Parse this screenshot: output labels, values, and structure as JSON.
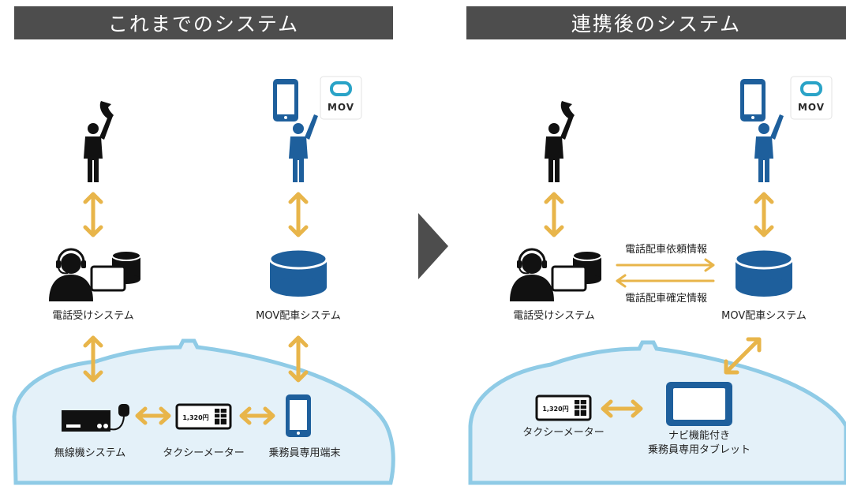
{
  "headers": {
    "left": "これまでのシステム",
    "right": "連携後のシステム"
  },
  "left_panel": {
    "phone_center_label": "電話受けシステム",
    "mov_label": "MOV配車システム",
    "radio_label": "無線機システム",
    "meter_label": "タクシーメーター",
    "terminal_label": "乗務員専用端末"
  },
  "right_panel": {
    "phone_center_label": "電話受けシステム",
    "mov_label": "MOV配車システム",
    "meter_label": "タクシーメーター",
    "tablet_label_line1": "ナビ機能付き",
    "tablet_label_line2": "乗務員専用タブレット",
    "request_info": "電話配車依頼情報",
    "confirm_info": "電話配車確定情報"
  },
  "logo_text": "MOV",
  "meter_display": "1,320円",
  "colors": {
    "header_bg": "#4d4d4d",
    "arrow": "#e8b54a",
    "mov_blue": "#1e5f9c",
    "car_fill": "#e4f1f9",
    "car_stroke": "#8fcbe6",
    "logo_teal": "#2aa3c7",
    "figure": "#111111"
  },
  "icons": [
    "phone-icon",
    "person-icon",
    "operator-icon",
    "database-icon",
    "monitor-icon",
    "smartphone-icon",
    "mov-logo",
    "radio-icon",
    "microphone-icon",
    "taxi-meter-icon",
    "tablet-icon",
    "play-arrow-icon"
  ]
}
